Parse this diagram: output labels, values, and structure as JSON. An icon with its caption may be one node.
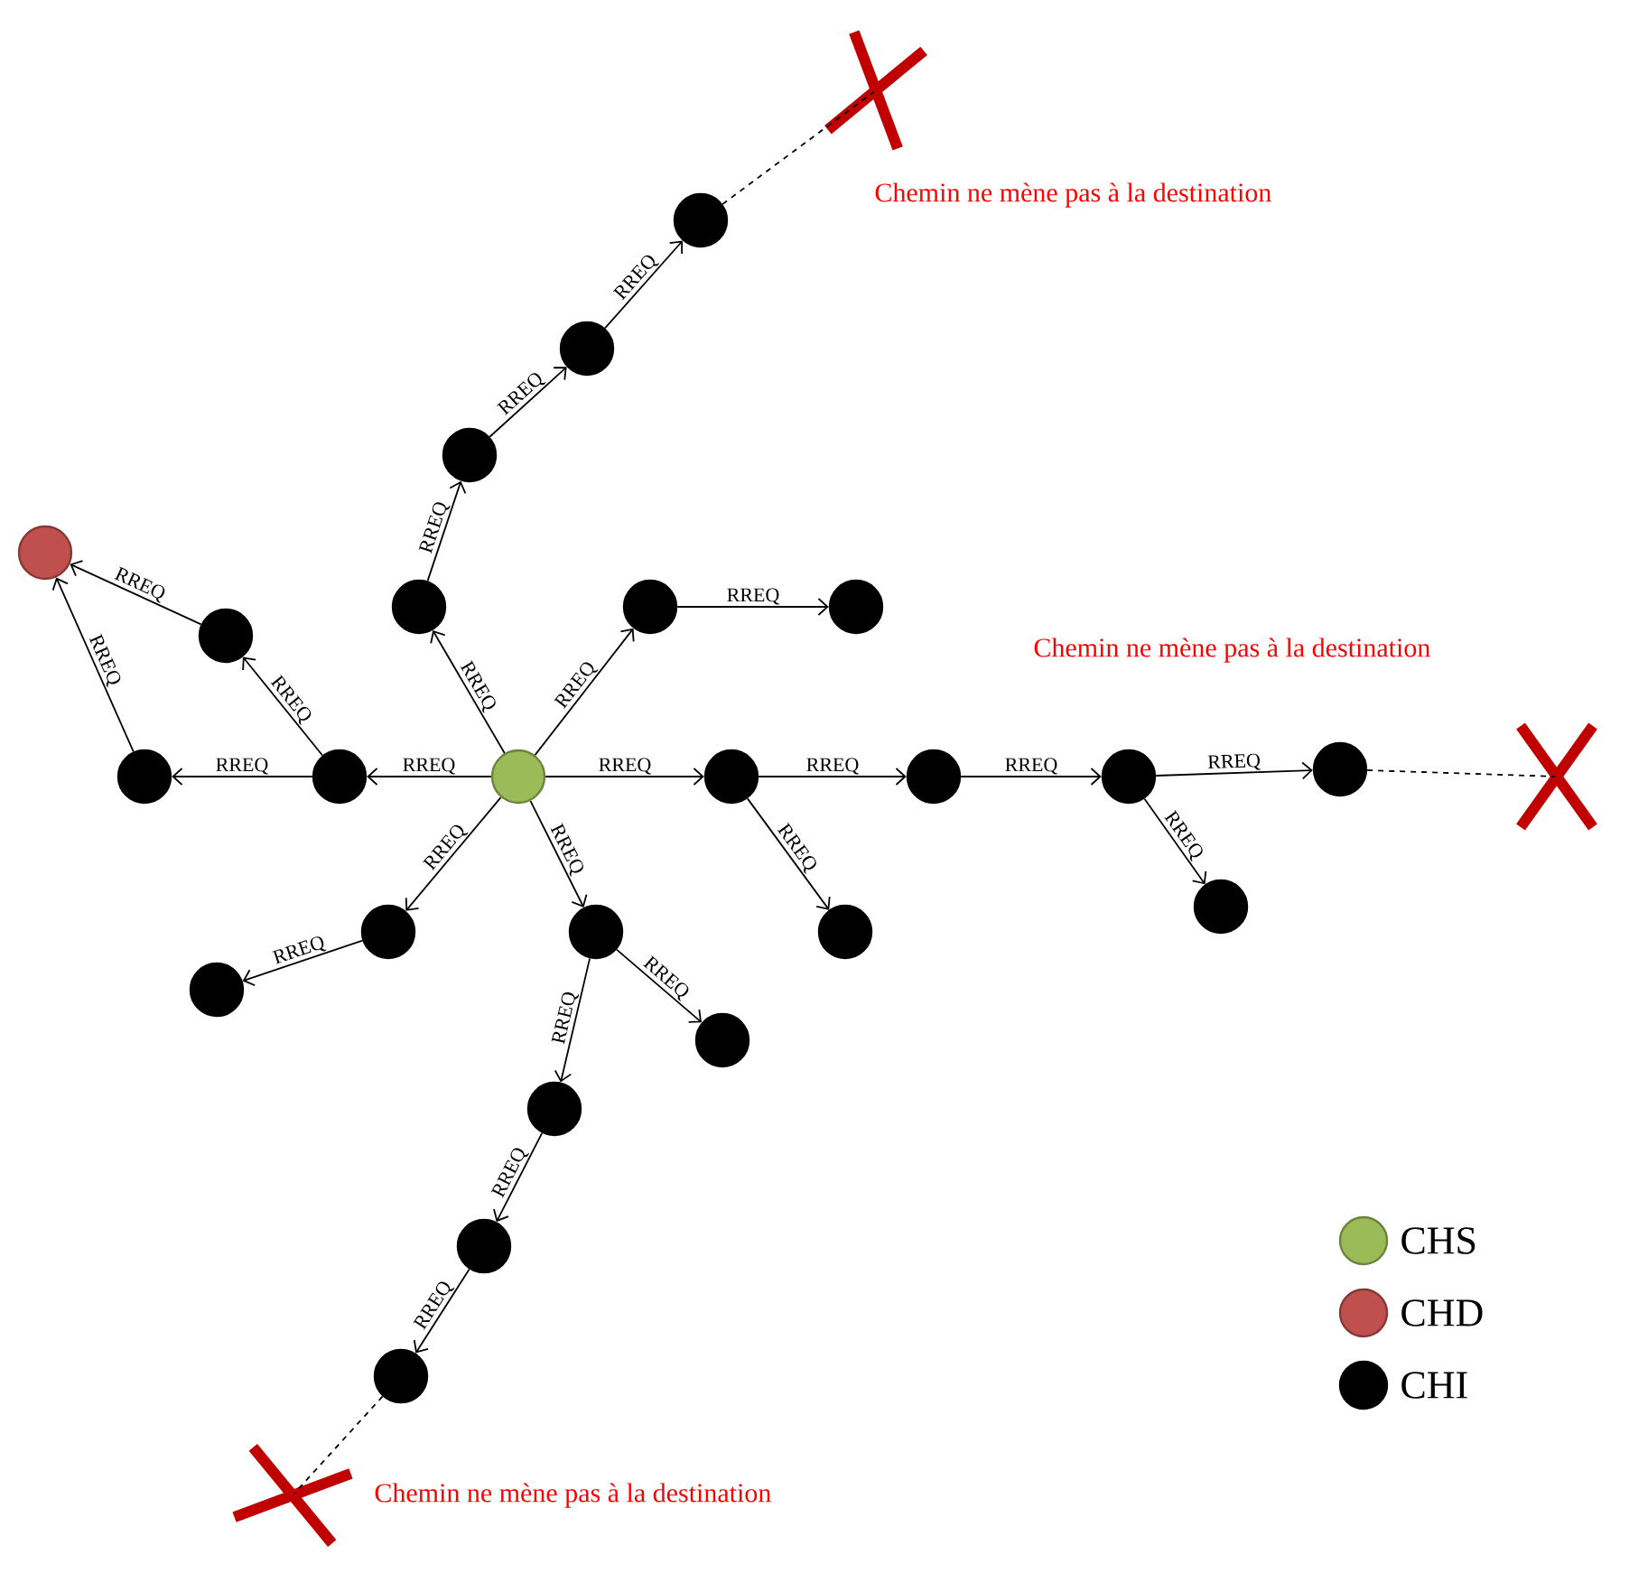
{
  "diagram": {
    "nodes": [
      {
        "text": [],
        "shape": "circle"
      },
      {
        "text": [],
        "shape": "circle"
      },
      {
        "text": [],
        "shape": "circle"
      },
      {
        "text": [],
        "shape": "circle"
      },
      {
        "text": [],
        "shape": "circle"
      },
      {
        "text": [],
        "shape": "circle"
      },
      {
        "text": [],
        "shape": "circle"
      },
      {
        "text": [],
        "shape": "circle"
      },
      {
        "text": [],
        "shape": "circle"
      },
      {
        "text": [],
        "shape": "circle"
      },
      {
        "text": [],
        "shape": "circle"
      },
      {
        "text": [],
        "shape": "circle"
      },
      {
        "text": [],
        "shape": "circle"
      },
      {
        "text": [],
        "shape": "circle"
      },
      {
        "text": [],
        "shape": "circle"
      },
      {
        "text": [],
        "shape": "circle"
      },
      {
        "text": [],
        "shape": "circle"
      },
      {
        "text": [],
        "shape": "circle"
      },
      {
        "text": [],
        "shape": "circle"
      },
      {
        "text": [],
        "shape": "circle"
      },
      {
        "text": [],
        "shape": "circle"
      },
      {
        "text": [],
        "shape": "circle"
      },
      {
        "text": [],
        "shape": "circle"
      },
      {
        "text": [],
        "shape": "circle"
      },
      {
        "text": [],
        "shape": "cross",
        "beside": [
          "Chemin ne mène pas à la destination"
        ]
      },
      {
        "text": [],
        "shape": "cross",
        "beside": [
          "Chemin ne mène pas à la destination"
        ]
      },
      {
        "text": [],
        "shape": "cross",
        "beside": [
          "Chemin ne mène pas à la destination"
        ]
      }
    ],
    "edges": [
      {
        "from": 0,
        "to": 2,
        "arrow": "to",
        "label": "RREQ"
      },
      {
        "from": 2,
        "to": 3,
        "arrow": "to",
        "label": "RREQ"
      },
      {
        "from": 2,
        "to": 4,
        "arrow": "to",
        "label": "RREQ"
      },
      {
        "from": 4,
        "to": 1,
        "arrow": "to",
        "label": "RREQ"
      },
      {
        "from": 3,
        "to": 1,
        "arrow": "to",
        "label": "RREQ"
      },
      {
        "from": 0,
        "to": 5,
        "arrow": "to",
        "label": "RREQ"
      },
      {
        "from": 5,
        "to": 6,
        "arrow": "to",
        "label": "RREQ"
      },
      {
        "from": 6,
        "to": 7,
        "arrow": "to",
        "label": "RREQ"
      },
      {
        "from": 7,
        "to": 8,
        "arrow": "to",
        "label": "RREQ"
      },
      {
        "from": 0,
        "to": 9,
        "arrow": "to",
        "label": "RREQ"
      },
      {
        "from": 9,
        "to": 10,
        "arrow": "to",
        "label": "RREQ"
      },
      {
        "from": 0,
        "to": 11,
        "arrow": "to",
        "label": "RREQ"
      },
      {
        "from": 11,
        "to": 12,
        "arrow": "to",
        "label": "RREQ"
      },
      {
        "from": 12,
        "to": 13,
        "arrow": "to",
        "label": "RREQ"
      },
      {
        "from": 13,
        "to": 14,
        "arrow": "to",
        "label": "RREQ"
      },
      {
        "from": 11,
        "to": 15,
        "arrow": "to",
        "label": "RREQ"
      },
      {
        "from": 13,
        "to": 16,
        "arrow": "to",
        "label": "RREQ"
      },
      {
        "from": 0,
        "to": 17,
        "arrow": "to",
        "label": "RREQ"
      },
      {
        "from": 17,
        "to": 18,
        "arrow": "to",
        "label": "RREQ"
      },
      {
        "from": 0,
        "to": 19,
        "arrow": "to",
        "label": "RREQ"
      },
      {
        "from": 19,
        "to": 20,
        "arrow": "to",
        "label": "RREQ"
      },
      {
        "from": 19,
        "to": 21,
        "arrow": "to",
        "label": "RREQ"
      },
      {
        "from": 21,
        "to": 22,
        "arrow": "to",
        "label": "RREQ"
      },
      {
        "from": 22,
        "to": 23,
        "arrow": "to",
        "label": "RREQ"
      },
      {
        "from": 8,
        "to": 24,
        "arrow": "none",
        "style": "dashed"
      },
      {
        "from": 14,
        "to": 25,
        "arrow": "none",
        "style": "dashed"
      },
      {
        "from": 23,
        "to": 26,
        "arrow": "none",
        "style": "dashed"
      }
    ],
    "legend": [
      {
        "text": "CHS",
        "color": "#9bbb59"
      },
      {
        "text": "CHD",
        "color": "#c0504d"
      },
      {
        "text": "CHI",
        "color": "#000000"
      }
    ]
  }
}
